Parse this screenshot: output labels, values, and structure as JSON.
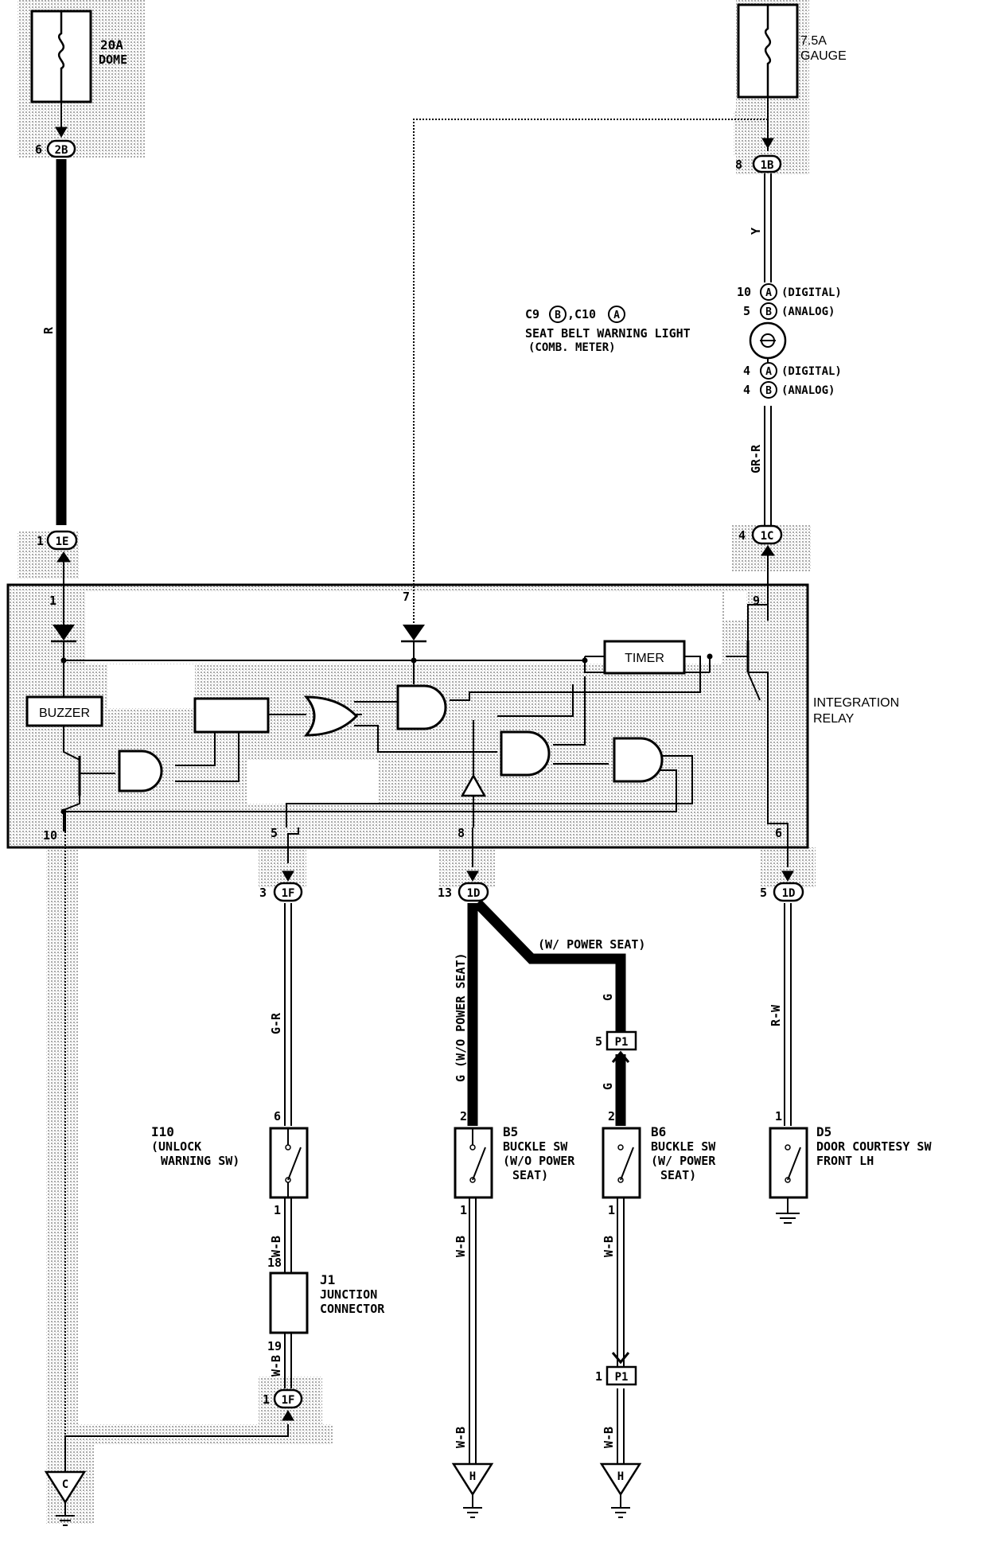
{
  "fuses": {
    "dome": {
      "rating": "20A",
      "name": "DOME"
    },
    "gauge": {
      "rating": "7.5A",
      "name": "GAUGE"
    }
  },
  "connectors": {
    "c2b": {
      "pin": "6",
      "id": "2B"
    },
    "c1b": {
      "pin": "8",
      "id": "1B"
    },
    "c1e": {
      "pin": "1",
      "id": "1E"
    },
    "c1c": {
      "pin": "4",
      "id": "1C"
    },
    "c1f_top": {
      "pin": "3",
      "id": "1F"
    },
    "c1d_mid": {
      "pin": "13",
      "id": "1D"
    },
    "c1d_right": {
      "pin": "5",
      "id": "1D"
    },
    "c1f_bot": {
      "pin": "1",
      "id": "1F"
    },
    "p1_top": {
      "pin": "5",
      "id": "P1"
    },
    "p1_bot": {
      "pin": "1",
      "id": "P1"
    }
  },
  "wires": {
    "r": "R",
    "y": "Y",
    "gr_r": "GR-R",
    "g_r": "G-R",
    "g_wo": "G (W/O POWER SEAT)",
    "w_power": "(W/ POWER SEAT)",
    "g": "G",
    "r_w": "R-W",
    "w_b": "W-B"
  },
  "meter": {
    "ref": "C9",
    "ref_b": "B",
    "ref2": "C10",
    "ref2_a": "A",
    "title": "SEAT BELT WARNING LIGHT",
    "subtitle": "(COMB. METER)",
    "pins": [
      {
        "num": "10",
        "conn": "A",
        "note": "(DIGITAL)"
      },
      {
        "num": "5",
        "conn": "B",
        "note": "(ANALOG)"
      },
      {
        "num": "4",
        "conn": "A",
        "note": "(DIGITAL)"
      },
      {
        "num": "4",
        "conn": "B",
        "note": "(ANALOG)"
      }
    ]
  },
  "relay": {
    "name_line1": "INTEGRATION",
    "name_line2": "RELAY",
    "buzzer": "BUZZER",
    "timer": "TIMER",
    "pins": {
      "p1": "1",
      "p7": "7",
      "p9": "9",
      "p10": "10",
      "p5": "5",
      "p8": "8",
      "p6": "6"
    }
  },
  "switches": {
    "i10": {
      "id": "I10",
      "line1": "(UNLOCK",
      "line2": "WARNING SW)",
      "pin_top": "6",
      "pin_bot": "1"
    },
    "j1": {
      "id": "J1",
      "line1": "JUNCTION",
      "line2": "CONNECTOR",
      "pin_top": "18",
      "pin_bot": "19"
    },
    "b5": {
      "id": "B5",
      "line1": "BUCKLE SW",
      "line2": "(W/O POWER",
      "line3": "SEAT)",
      "pin_top": "2",
      "pin_bot": "1"
    },
    "b6": {
      "id": "B6",
      "line1": "BUCKLE SW",
      "line2": "(W/ POWER",
      "line3": "SEAT)",
      "pin_top": "2",
      "pin_bot": "1"
    },
    "d5": {
      "id": "D5",
      "line1": "DOOR COURTESY SW",
      "line2": "FRONT LH",
      "pin_top": "1"
    }
  },
  "grounds": {
    "c": "C",
    "h1": "H",
    "h2": "H"
  }
}
